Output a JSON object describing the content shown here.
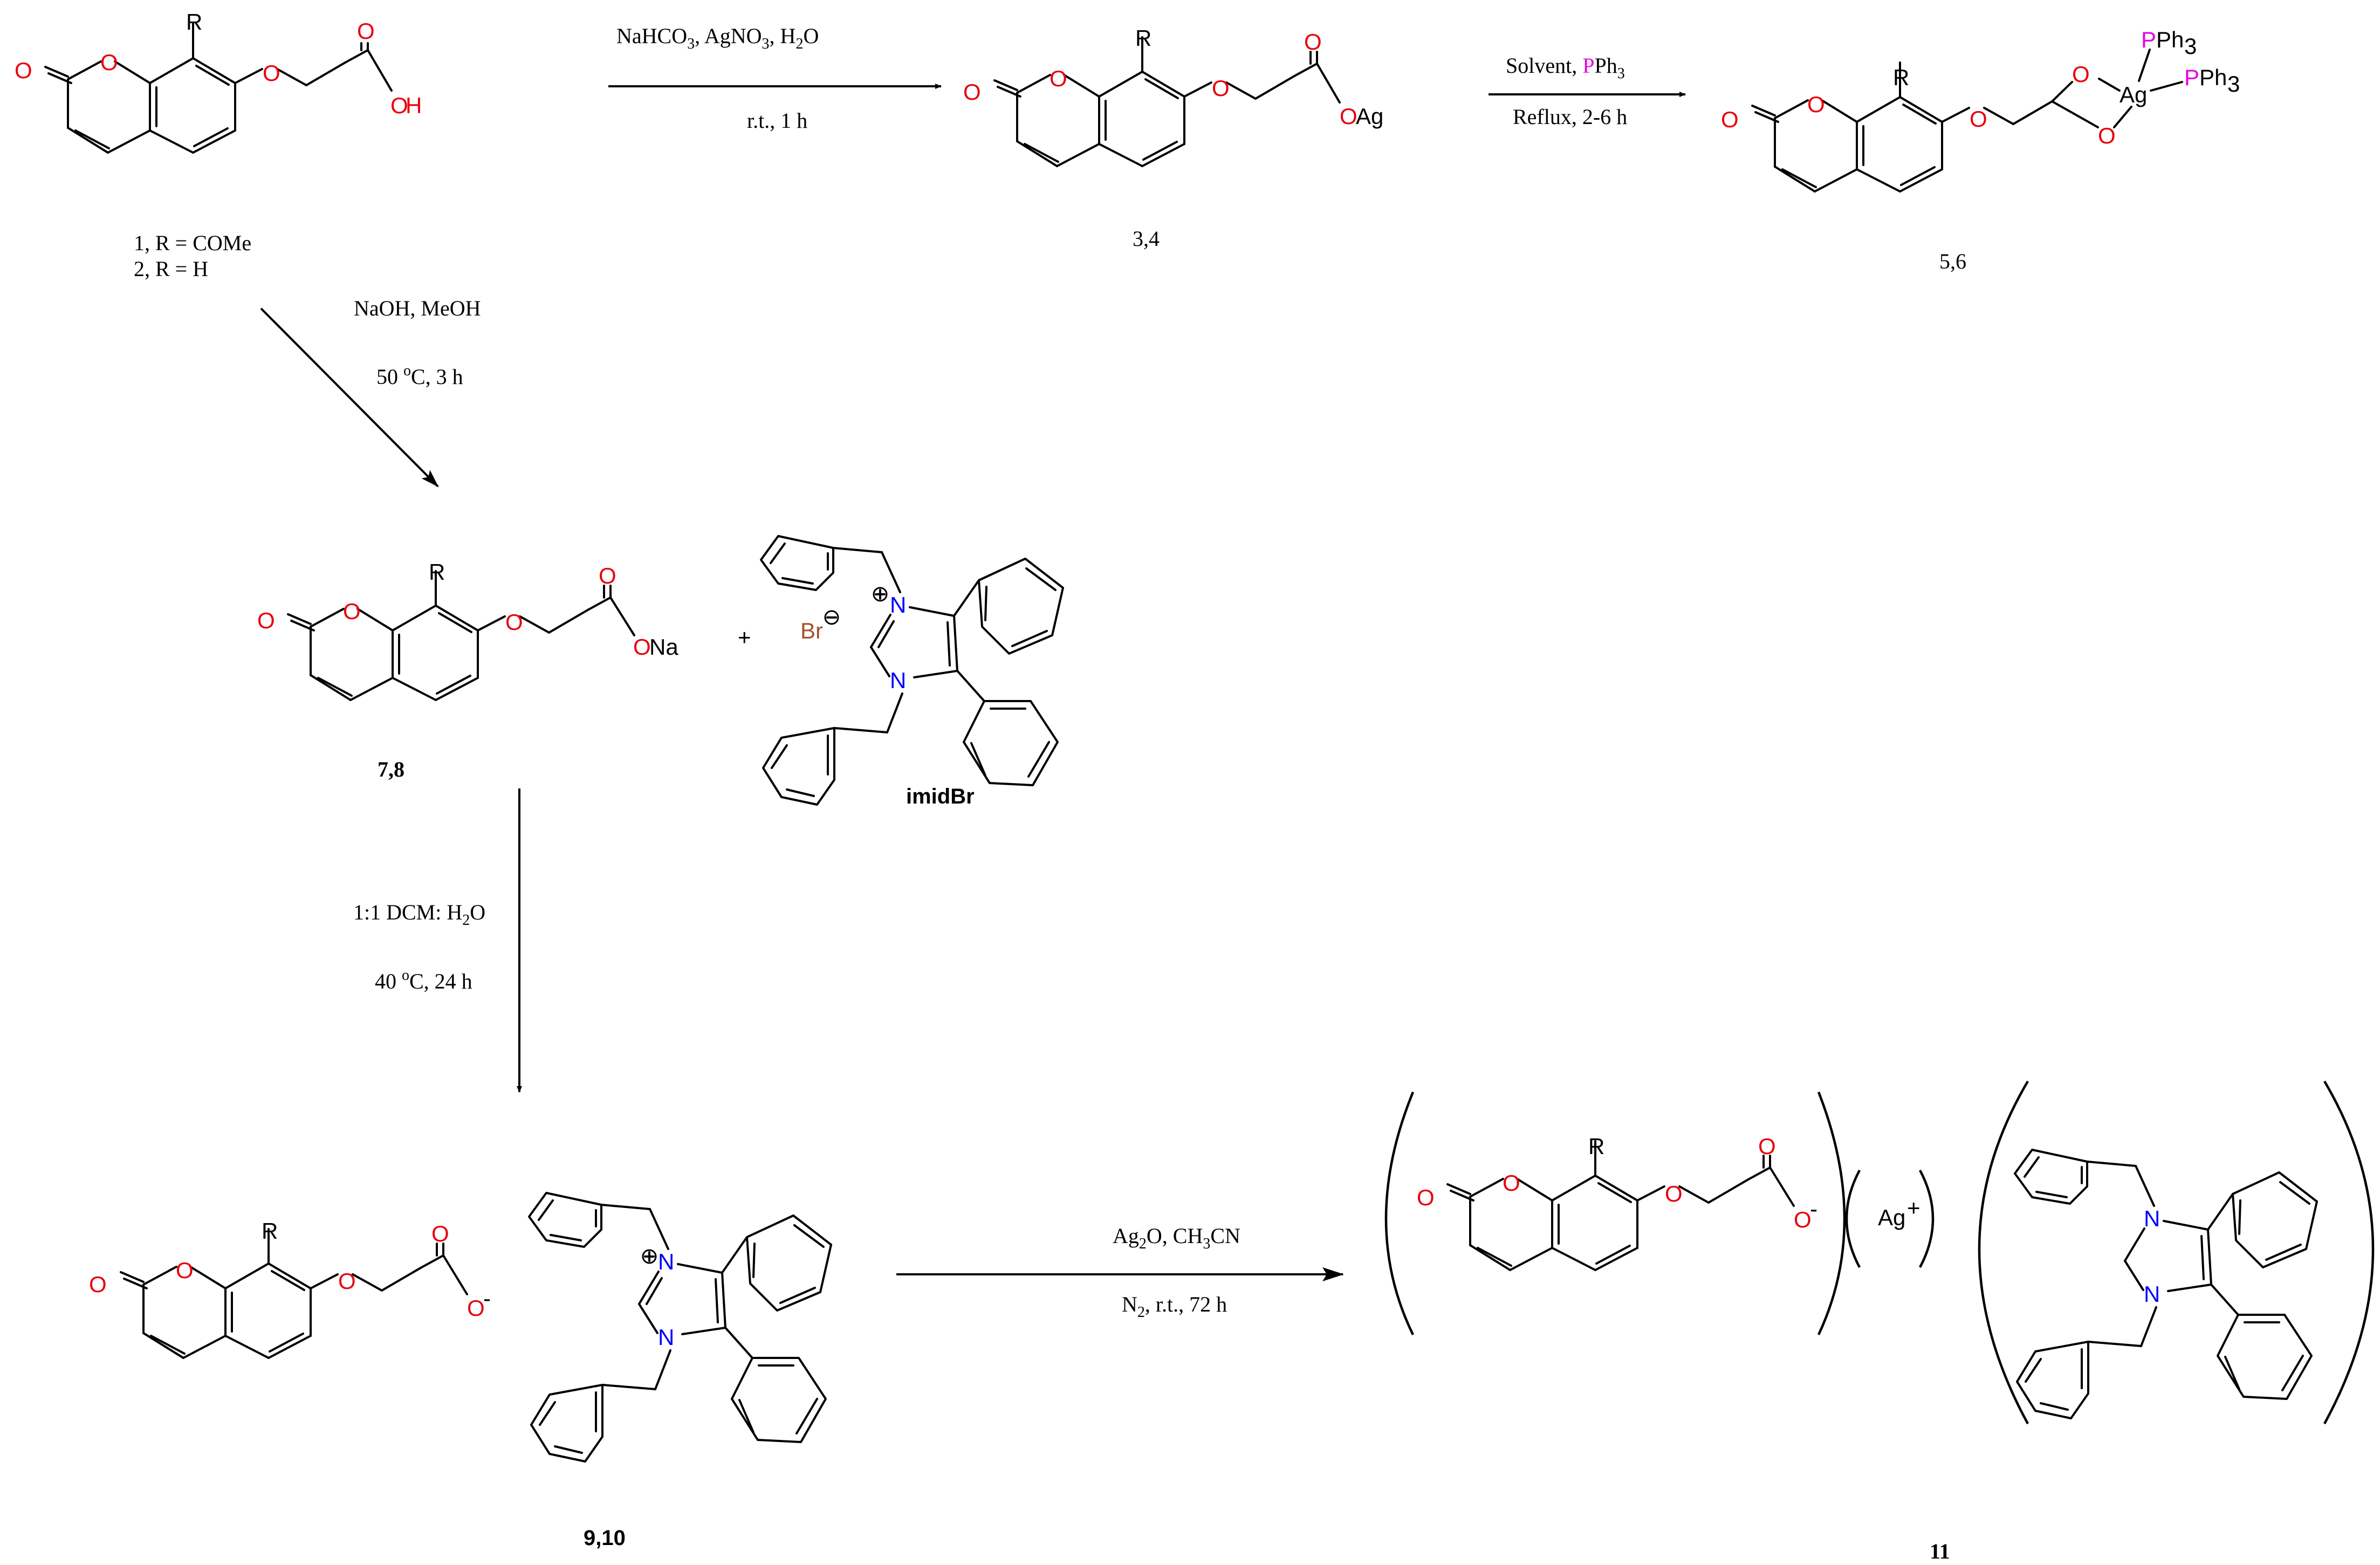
{
  "colors": {
    "oxygen": "#e8000b",
    "nitrogen": "#0000ff",
    "phosphorus": "#e600e6",
    "bromine": "#a0522d",
    "bond": "#000000"
  },
  "atoms": {
    "R": "R",
    "O": "O",
    "H": "H",
    "Ag": "Ag",
    "Na": "Na",
    "N": "N",
    "P": "P",
    "Ph3": "Ph",
    "Ph3_sub": "3",
    "Br": "Br",
    "plus_sign": "+",
    "minus_sign": "-"
  },
  "compounds": {
    "c1": {
      "label_a": "1, R = COMe",
      "label_b": "2, R = H"
    },
    "c34": {
      "label": "3,4"
    },
    "c56": {
      "label": "5,6"
    },
    "c78": {
      "label": "7,8"
    },
    "imid": {
      "label": "imidBr"
    },
    "c910": {
      "label": "9,10"
    },
    "c11": {
      "label": "11"
    }
  },
  "plus_between": "+",
  "reactions": {
    "r1": {
      "line1": {
        "a": "NaHCO",
        "a_sub": "3",
        "b": ", AgNO",
        "b_sub": "3",
        "c": ", H",
        "c_sub": "2",
        "d": "O"
      },
      "line2": "r.t., 1 h"
    },
    "r2": {
      "line1": {
        "a": "Solvent, ",
        "p": "P",
        "b": "Ph",
        "b_sub": "3"
      },
      "line2": "Reflux, 2-6 h"
    },
    "r3": {
      "line1": "NaOH, MeOH",
      "line2": {
        "a": "50 ",
        "sup": "o",
        "b": "C, 3 h"
      }
    },
    "r4": {
      "line1": {
        "a": "1:1 DCM: H",
        "a_sub": "2",
        "b": "O"
      },
      "line2": {
        "a": "40 ",
        "sup": "o",
        "b": "C, 24 h"
      }
    },
    "r5": {
      "line1": {
        "a": "Ag",
        "a_sub": "2",
        "b": "O, CH",
        "b_sub": "3",
        "c": "CN"
      },
      "line2": {
        "a": "N",
        "a_sub": "2",
        "b": ", r.t., 72 h"
      }
    }
  },
  "silver_cation": {
    "symbol": "Ag",
    "charge": "+"
  }
}
